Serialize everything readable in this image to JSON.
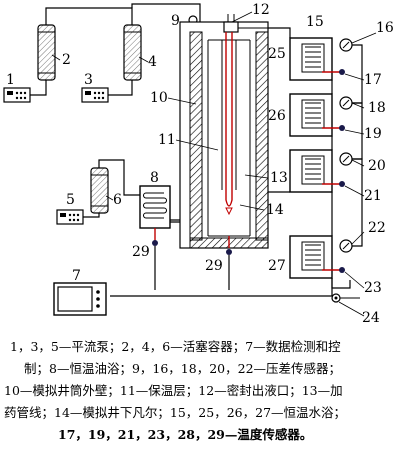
{
  "labels": {
    "n1": "1",
    "n2": "2",
    "n3": "3",
    "n4": "4",
    "n5": "5",
    "n6": "6",
    "n7": "7",
    "n8": "8",
    "n9": "9",
    "n10": "10",
    "n11": "11",
    "n12": "12",
    "n13": "13",
    "n14": "14",
    "n15": "15",
    "n16": "16",
    "n17": "17",
    "n18": "18",
    "n19": "19",
    "n20": "20",
    "n21": "21",
    "n22": "22",
    "n23": "23",
    "n24": "24",
    "n25": "25",
    "n26": "26",
    "n27": "27",
    "n29a": "29",
    "n29b": "29"
  },
  "caption": {
    "line1": "1，3，5—平流泵；2，4，6—活塞容器；7—数据检测和控",
    "line2": "制；8—恒温油浴；9，16，18，20，22—压差传感器；",
    "line3": "10—模拟井筒外壁；11—保温层；12—密封出液口；13—加",
    "line4": "药管线；14—模拟井下凡尔；15，25，26，27—恒温水浴；",
    "line5": "17，19，21，23，28，29—温度传感器。"
  }
}
